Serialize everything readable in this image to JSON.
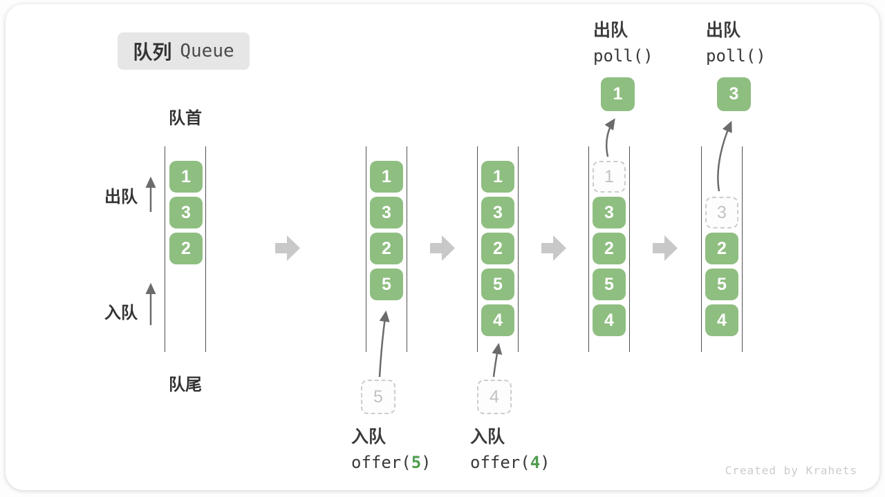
{
  "title": {
    "zh": "队列",
    "en": "Queue"
  },
  "labels": {
    "front": "队首",
    "rear": "队尾",
    "dequeue": "出队",
    "enqueue": "入队"
  },
  "watermark": "Created by Krahets",
  "colors": {
    "item_green": "#8fbe81",
    "code_arg_green": "#4f9d4f",
    "block_arrow_gray": "#c8c8c8",
    "channel_line": "#4f4f4f",
    "ghost_gray": "#c2c2c2",
    "text_dark": "#3b3b3b"
  },
  "states": {
    "s1": {
      "boxes": [
        "1",
        "3",
        "2"
      ]
    },
    "s2": {
      "boxes": [
        "1",
        "3",
        "2",
        "5"
      ],
      "pending": "5",
      "op": {
        "zh": "入队",
        "fn": "offer(",
        "arg": "5",
        "end": ")"
      }
    },
    "s3": {
      "boxes": [
        "1",
        "3",
        "2",
        "5",
        "4"
      ],
      "pending": "4",
      "op": {
        "zh": "入队",
        "fn": "offer(",
        "arg": "4",
        "end": ")"
      }
    },
    "s4": {
      "removed": "1",
      "boxes": [
        "3",
        "2",
        "5",
        "4"
      ],
      "popped": "1",
      "op": {
        "zh": "出队",
        "fn": "poll()"
      }
    },
    "s5": {
      "removed": "3",
      "boxes": [
        "2",
        "5",
        "4"
      ],
      "popped": "3",
      "op": {
        "zh": "出队",
        "fn": "poll()"
      }
    }
  }
}
